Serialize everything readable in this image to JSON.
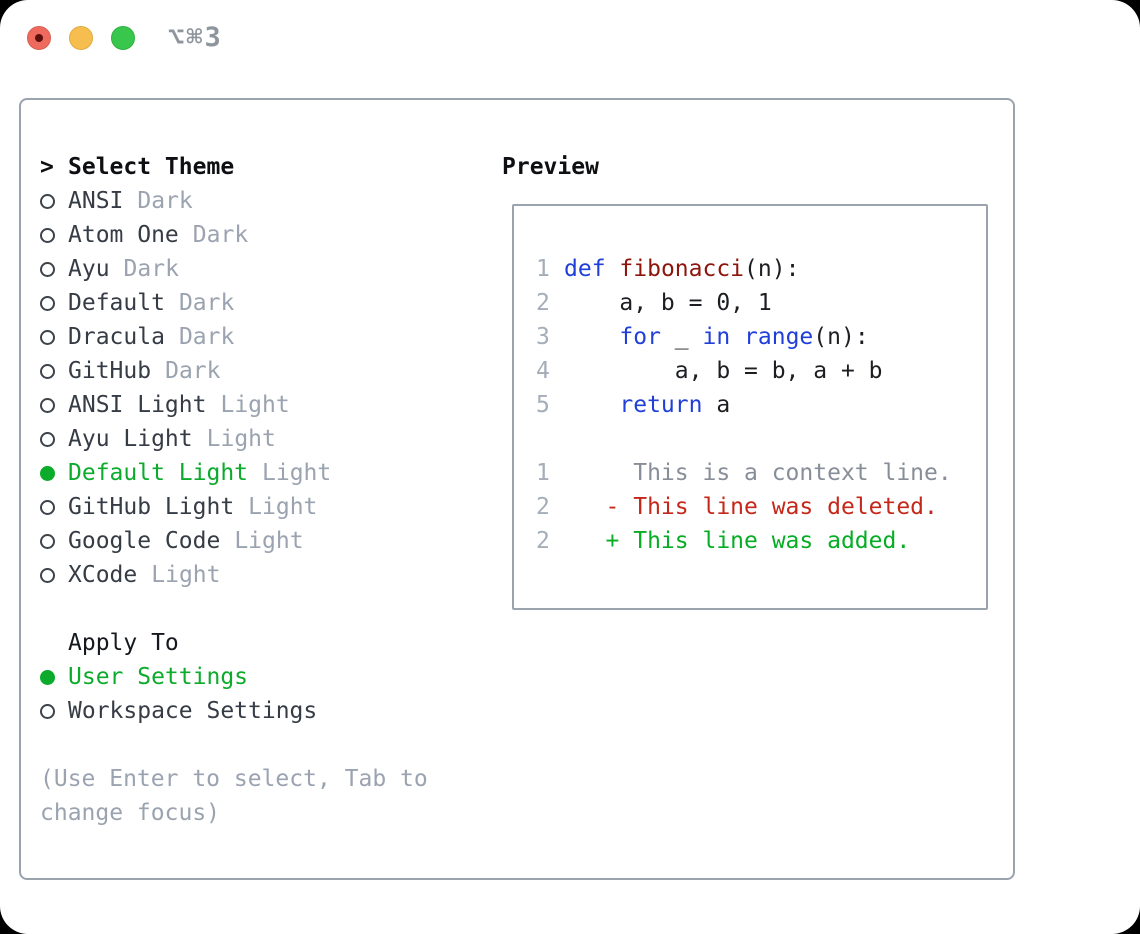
{
  "window": {
    "title_shortcut": "⌥⌘3"
  },
  "titlebar": {
    "buttons": [
      {
        "name": "close",
        "color": "#ee6a5f"
      },
      {
        "name": "minimize",
        "color": "#f6be4f"
      },
      {
        "name": "zoom",
        "color": "#38c74c"
      }
    ]
  },
  "theme_picker": {
    "cursor": ">",
    "header": "Select Theme",
    "items": [
      {
        "name": "ANSI",
        "variant": "Dark",
        "selected": false
      },
      {
        "name": "Atom One",
        "variant": "Dark",
        "selected": false
      },
      {
        "name": "Ayu",
        "variant": "Dark",
        "selected": false
      },
      {
        "name": "Default",
        "variant": "Dark",
        "selected": false
      },
      {
        "name": "Dracula",
        "variant": "Dark",
        "selected": false
      },
      {
        "name": "GitHub",
        "variant": "Dark",
        "selected": false
      },
      {
        "name": "ANSI Light",
        "variant": "Light",
        "selected": false
      },
      {
        "name": "Ayu Light",
        "variant": "Light",
        "selected": false
      },
      {
        "name": "Default Light",
        "variant": "Light",
        "selected": true
      },
      {
        "name": "GitHub Light",
        "variant": "Light",
        "selected": false
      },
      {
        "name": "Google Code",
        "variant": "Light",
        "selected": false
      },
      {
        "name": "XCode",
        "variant": "Light",
        "selected": false
      }
    ]
  },
  "apply_to": {
    "header": "Apply To",
    "options": [
      {
        "label": "User Settings",
        "selected": true
      },
      {
        "label": "Workspace Settings",
        "selected": false
      }
    ]
  },
  "hint": "(Use Enter to select, Tab to change focus)",
  "preview": {
    "header": "Preview",
    "code_lines": [
      {
        "num": "1",
        "tokens": [
          {
            "t": "def",
            "c": "kw"
          },
          {
            "t": " ",
            "c": "pl"
          },
          {
            "t": "fibonacci",
            "c": "fn"
          },
          {
            "t": "(n):",
            "c": "pl"
          }
        ]
      },
      {
        "num": "2",
        "tokens": [
          {
            "t": "    a, b = 0, 1",
            "c": "pl"
          }
        ]
      },
      {
        "num": "3",
        "tokens": [
          {
            "t": "    ",
            "c": "pl"
          },
          {
            "t": "for",
            "c": "kw"
          },
          {
            "t": " _ ",
            "c": "pl"
          },
          {
            "t": "in",
            "c": "kw"
          },
          {
            "t": " ",
            "c": "pl"
          },
          {
            "t": "range",
            "c": "kw"
          },
          {
            "t": "(n):",
            "c": "pl"
          }
        ]
      },
      {
        "num": "4",
        "tokens": [
          {
            "t": "        a, b = b, a + b",
            "c": "pl"
          }
        ]
      },
      {
        "num": "5",
        "tokens": [
          {
            "t": "    ",
            "c": "pl"
          },
          {
            "t": "return",
            "c": "kw"
          },
          {
            "t": " a",
            "c": "pl"
          }
        ]
      },
      {
        "num": "",
        "tokens": []
      },
      {
        "num": "1",
        "tokens": [
          {
            "t": "     This is a context line.",
            "c": "ctx"
          }
        ]
      },
      {
        "num": "2",
        "tokens": [
          {
            "t": "   ",
            "c": "pl"
          },
          {
            "t": "- This line was deleted.",
            "c": "del"
          }
        ]
      },
      {
        "num": "2",
        "tokens": [
          {
            "t": "   ",
            "c": "pl"
          },
          {
            "t": "+ This line was added.",
            "c": "add"
          }
        ]
      }
    ]
  },
  "colors": {
    "selection_green": "#0cab2c",
    "added_green": "#07ad25",
    "deleted_red": "#c4281a",
    "keyword_blue": "#1f3fd8",
    "function_red": "#8c150c",
    "muted_gray": "#9aa3af",
    "panel_border": "#9ba3af"
  }
}
